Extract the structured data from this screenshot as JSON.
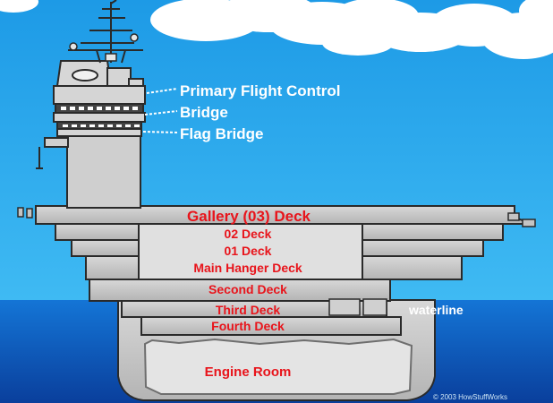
{
  "island_labels": {
    "primary_flight_control": "Primary Flight Control",
    "bridge": "Bridge",
    "flag_bridge": "Flag Bridge"
  },
  "deck_labels": {
    "gallery": "Gallery (03) Deck",
    "deck_02": "02 Deck",
    "deck_01": "01 Deck",
    "main_hanger": "Main Hanger Deck",
    "second": "Second Deck",
    "third": "Third Deck",
    "fourth": "Fourth Deck",
    "engine_room": "Engine Room"
  },
  "waterline_label": "waterline",
  "copyright": "© 2003 HowStuffWorks",
  "colors": {
    "sky_top": "#1d9ae6",
    "sky_bottom": "#38b6f2",
    "water": "#0d63c9",
    "water_deep": "#0a3f9c",
    "hull_gray": "#c8c8c8",
    "hull_outline": "#2a2a2a",
    "label_red": "#e8141b",
    "label_white": "#ffffff"
  }
}
